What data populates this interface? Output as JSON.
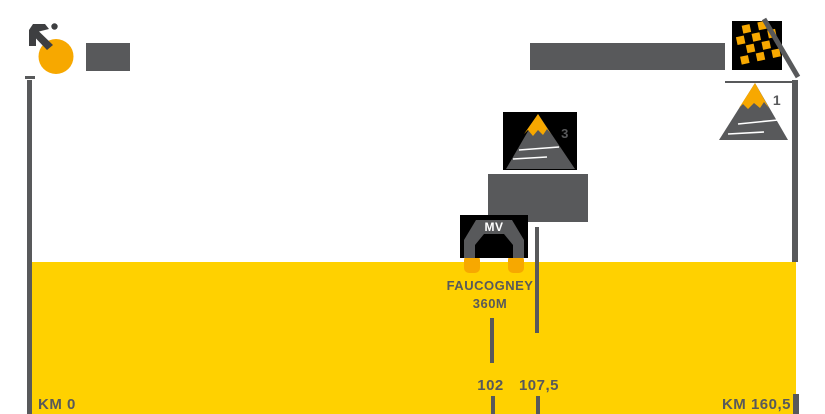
{
  "colors": {
    "yellow": "#FFD100",
    "orange": "#F7A800",
    "gray": "#58595B",
    "black": "#000000"
  },
  "icons": {
    "start": "cyclist-icon",
    "finish": "checkered-flag-icon",
    "climb_cat3": "mountain-icon",
    "climb_cat1": "mountain-icon",
    "intermediate": "arch-icon"
  },
  "route": {
    "km_start": "KM 0",
    "km_finish": "KM 160,5",
    "town": {
      "name": "FAUCOGNEY",
      "elevation": "360M",
      "km": "102"
    },
    "arch": {
      "label": "MV",
      "km": "107,5"
    },
    "climbs": {
      "cat3": {
        "number": "3"
      },
      "cat1": {
        "number": "1"
      }
    }
  }
}
